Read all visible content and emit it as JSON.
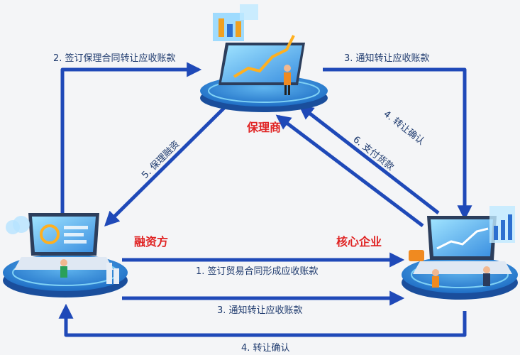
{
  "colors": {
    "arrow": "#1f49b8",
    "node_label": "#e02424",
    "flow_text": "#1e3a6e",
    "platform_top": "#2f86d8",
    "platform_side": "#1a4e9c",
    "platform_rim": "#7fd1f5"
  },
  "nodes": {
    "factor": {
      "label": "保理商",
      "icon": "tablet-with-rising-chart-icon"
    },
    "financier": {
      "label": "融资方",
      "icon": "laptop-with-analytics-icon"
    },
    "core": {
      "label": "核心企业",
      "icon": "laptop-with-dashboard-icon"
    }
  },
  "flows": [
    {
      "id": "f2",
      "label": "2. 签订保理合同转让应收账款",
      "from": "financier",
      "to": "factor"
    },
    {
      "id": "f3a",
      "label": "3. 通知转让应收账款",
      "from": "factor",
      "to": "core"
    },
    {
      "id": "f4a",
      "label": "4. 转让确认",
      "from": "core",
      "to": "factor"
    },
    {
      "id": "f6",
      "label": "6. 支付货款",
      "from": "core",
      "to": "factor"
    },
    {
      "id": "f5",
      "label": "5. 保理融资",
      "from": "factor",
      "to": "financier"
    },
    {
      "id": "f1",
      "label": "1. 签订贸易合同形成应收账款",
      "from": "financier",
      "to": "core"
    },
    {
      "id": "f3b",
      "label": "3. 通知转让应收账款",
      "from": "financier",
      "to": "core"
    },
    {
      "id": "f4b",
      "label": "4. 转让确认",
      "from": "core",
      "to": "financier"
    }
  ]
}
